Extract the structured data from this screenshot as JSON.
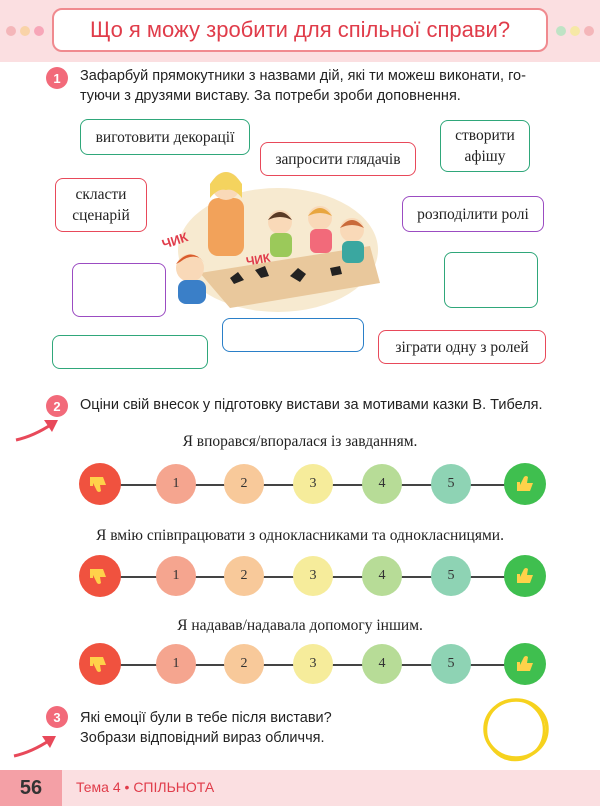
{
  "header": {
    "title": "Що я можу зробити для спільної справи?"
  },
  "tasks": [
    {
      "number": "1",
      "text_line1": "Зафарбуй прямокутники з назвами дій, які ти можеш виконати, го-",
      "text_line2": "туючи з друзями виставу. За потреби зроби доповнення."
    },
    {
      "number": "2",
      "text": "Оціни свій внесок у підготовку вистави за мотивами казки В. Тибеля."
    },
    {
      "number": "3",
      "text_line1": "Які емоції були в тебе після вистави?",
      "text_line2": "Зобрази відповідний вираз обличчя."
    }
  ],
  "actions": [
    {
      "line1": "виготовити декорації",
      "line2": ""
    },
    {
      "line1": "запросити глядачів",
      "line2": ""
    },
    {
      "line1": "створити",
      "line2": "афішу"
    },
    {
      "line1": "скласти",
      "line2": "сценарій"
    },
    {
      "line1": "розподілити ролі",
      "line2": ""
    },
    {
      "line1": "",
      "line2": ""
    },
    {
      "line1": "",
      "line2": ""
    },
    {
      "line1": "",
      "line2": ""
    },
    {
      "line1": "",
      "line2": ""
    },
    {
      "line1": "зіграти одну з ролей",
      "line2": ""
    }
  ],
  "illustration": {
    "sound_left": "ЧИК",
    "sound_right": "ЧИК"
  },
  "scales": [
    {
      "title": "Я впорався/впоралася із завданням."
    },
    {
      "title": "Я вмію співпрацювати з однокласниками та однокласницями."
    },
    {
      "title": "Я надавав/надавала допомогу іншим."
    }
  ],
  "scale_labels": [
    "1",
    "2",
    "3",
    "4",
    "5"
  ],
  "colors": {
    "accent": "#e03c4a",
    "thumb_down": "#f0523f",
    "thumb_up": "#3fbf4f",
    "steps": [
      "#f5a58f",
      "#f8c99a",
      "#f6ec9b",
      "#b7dc97",
      "#8ed3b4"
    ]
  },
  "footer": {
    "page_number": "56",
    "topic": "Тема 4 • СПІЛЬНОТА"
  }
}
